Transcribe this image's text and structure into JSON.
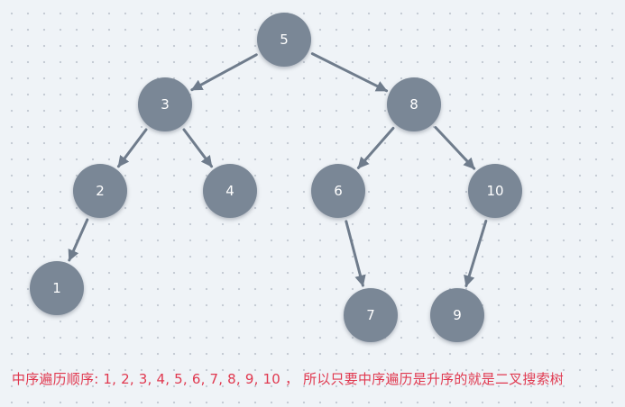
{
  "tree": {
    "nodes": [
      {
        "id": "5",
        "label": "5"
      },
      {
        "id": "3",
        "label": "3"
      },
      {
        "id": "8",
        "label": "8"
      },
      {
        "id": "2",
        "label": "2"
      },
      {
        "id": "4",
        "label": "4"
      },
      {
        "id": "6",
        "label": "6"
      },
      {
        "id": "10",
        "label": "10"
      },
      {
        "id": "1",
        "label": "1"
      },
      {
        "id": "7",
        "label": "7"
      },
      {
        "id": "9",
        "label": "9"
      }
    ],
    "edges": [
      {
        "from": "5",
        "to": "3"
      },
      {
        "from": "5",
        "to": "8"
      },
      {
        "from": "3",
        "to": "2"
      },
      {
        "from": "3",
        "to": "4"
      },
      {
        "from": "8",
        "to": "6"
      },
      {
        "from": "8",
        "to": "10"
      },
      {
        "from": "2",
        "to": "1"
      },
      {
        "from": "6",
        "to": "7"
      },
      {
        "from": "10",
        "to": "9"
      }
    ]
  },
  "caption": "中序遍历顺序: 1, 2, 3, 4, 5, 6, 7, 8, 9, 10 ， 所以只要中序遍历是升序的就是二叉搜索树",
  "colors": {
    "node_fill": "#7a8796",
    "edge": "#6f7c8c",
    "caption": "#e0384f",
    "background": "#eff3f7"
  }
}
